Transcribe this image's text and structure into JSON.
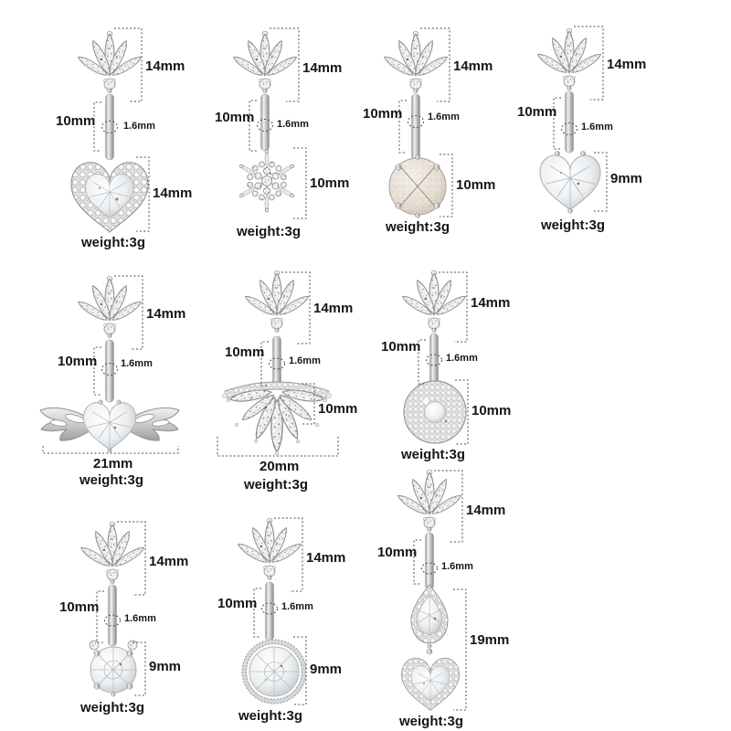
{
  "colors": {
    "background": "#ffffff",
    "text": "#151515",
    "metal_light": "#f2f2f2",
    "metal_dark": "#8a8a8a",
    "champagne": "#e3d7c8",
    "red_glint": "#a84326"
  },
  "products": [
    {
      "id": 1,
      "pendant_style": "heart-halo",
      "top_size": "14mm",
      "bar_length": "10mm",
      "bar_gauge": "1.6mm",
      "pendant_size": "14mm",
      "weight": "weight:3g"
    },
    {
      "id": 2,
      "pendant_style": "snowflake",
      "top_size": "14mm",
      "bar_length": "10mm",
      "bar_gauge": "1.6mm",
      "pendant_size": "10mm",
      "weight": "weight:3g"
    },
    {
      "id": 3,
      "pendant_style": "faceted-ball",
      "top_size": "14mm",
      "bar_length": "10mm",
      "bar_gauge": "1.6mm",
      "pendant_size": "10mm",
      "weight": "weight:3g"
    },
    {
      "id": 4,
      "pendant_style": "heart-prong",
      "top_size": "14mm",
      "bar_length": "10mm",
      "bar_gauge": "1.6mm",
      "pendant_size": "9mm",
      "weight": "weight:3g"
    },
    {
      "id": 5,
      "pendant_style": "winged-heart",
      "top_size": "14mm",
      "bar_length": "10mm",
      "bar_gauge": "1.6mm",
      "pendant_width": "21mm",
      "weight": "weight:3g"
    },
    {
      "id": 6,
      "pendant_style": "marquise-fan",
      "top_size": "14mm",
      "bar_length": "10mm",
      "bar_gauge": "1.6mm",
      "pendant_size": "10mm",
      "pendant_width": "20mm",
      "weight": "weight:3g"
    },
    {
      "id": 7,
      "pendant_style": "pave-ball",
      "top_size": "14mm",
      "bar_length": "10mm",
      "bar_gauge": "1.6mm",
      "pendant_size": "10mm",
      "weight": "weight:3g"
    },
    {
      "id": 8,
      "pendant_style": "round-prong",
      "top_size": "14mm",
      "bar_length": "10mm",
      "bar_gauge": "1.6mm",
      "pendant_size": "9mm",
      "weight": "weight:3g"
    },
    {
      "id": 9,
      "pendant_style": "round-halo",
      "top_size": "14mm",
      "bar_length": "10mm",
      "bar_gauge": "1.6mm",
      "pendant_size": "9mm",
      "weight": "weight:3g"
    },
    {
      "id": 10,
      "pendant_style": "double-heart-drop",
      "top_size": "14mm",
      "bar_length": "10mm",
      "bar_gauge": "1.6mm",
      "pendant_size": "19mm",
      "weight": "weight:3g"
    }
  ]
}
